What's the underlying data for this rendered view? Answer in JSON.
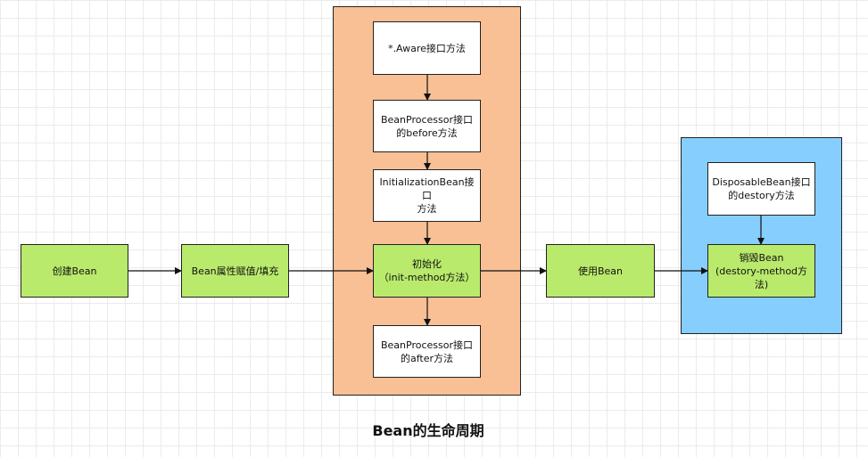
{
  "diagram": {
    "title": "Bean的生命周期",
    "nodes": {
      "aware": "*.Aware接口方法",
      "processor_before": "BeanProcessor接口\n的before方法",
      "initializing_bean": "InitializationBean接口\n方法",
      "init_method": "初始化\n（init-method方法）",
      "processor_after": "BeanProcessor接口\n的after方法",
      "create_bean": "创建Bean",
      "populate": "Bean属性赋值/填充",
      "use_bean": "使用Bean",
      "disposable_bean": "DisposableBean接口\n的destory方法",
      "destroy_bean": "销毁Bean\n(destory-method方法)"
    },
    "colors": {
      "init_container": "#f8c094",
      "destroy_container": "#86cefe",
      "step_green": "#b9ea6c",
      "step_white": "#ffffff"
    }
  }
}
